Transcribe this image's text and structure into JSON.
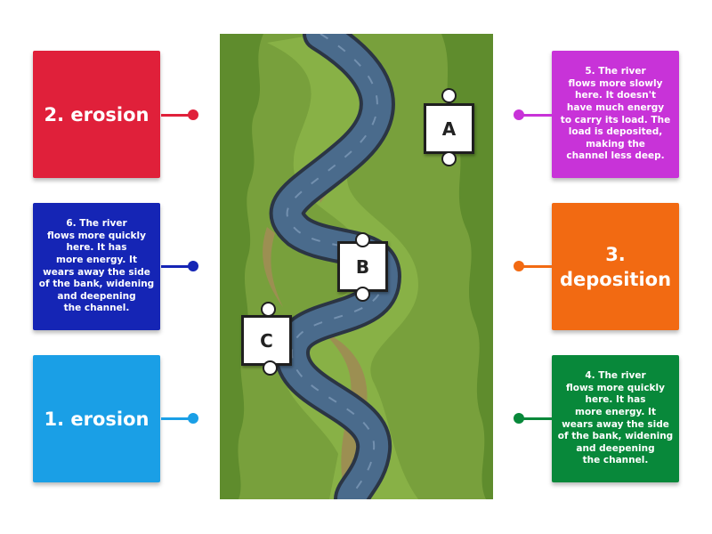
{
  "cards": {
    "left_top": {
      "text": "2. erosion",
      "color": "#e0203a"
    },
    "left_mid": {
      "text": "6. The river\nflows more quickly\nhere. It has\nmore energy. It\nwears away the side\nof the bank, widening\nand deepening\nthe channel.",
      "color": "#1525b5"
    },
    "left_bot": {
      "text": "1. erosion",
      "color": "#1a9fe6"
    },
    "right_top": {
      "text": "5. The river\nflows more slowly\nhere. It doesn't\nhave much energy\nto carry its load. The\nload is deposited,\nmaking the\nchannel less deep.",
      "color": "#c833d8"
    },
    "right_mid": {
      "text": "3.\ndeposition",
      "color": "#f26a12"
    },
    "right_bot": {
      "text": "4. The river\nflows more quickly\nhere. It has\nmore energy. It\nwears away the side\nof the bank, widening\nand deepening\nthe channel.",
      "color": "#08883a"
    }
  },
  "map": {
    "label_a": "A",
    "label_b": "B",
    "label_c": "C"
  }
}
